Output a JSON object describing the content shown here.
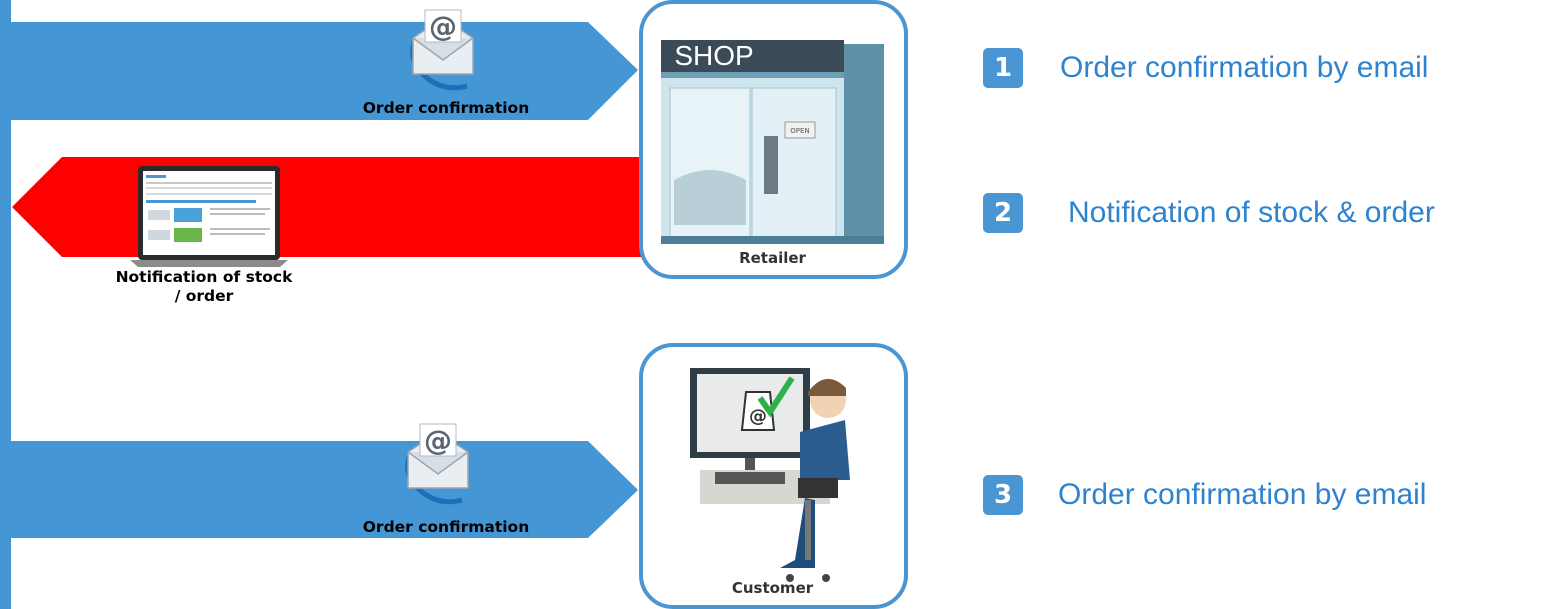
{
  "colors": {
    "arrow_blue": "#4596d4",
    "arrow_red": "#ff0000",
    "box_border": "#4a95d3",
    "badge": "#4a95d3",
    "step_text": "#2e83cf"
  },
  "flows": {
    "top": {
      "caption": "Order confirmation",
      "icon": "email-at-icon"
    },
    "middle": {
      "caption_line1": "Notification of stock",
      "caption_line2": "/ order",
      "icon": "laptop-icon"
    },
    "bottom": {
      "caption": "Order confirmation",
      "icon": "email-at-icon"
    }
  },
  "nodes": {
    "retailer": {
      "label": "Retailer",
      "sign": "SHOP",
      "door_sign": "OPEN"
    },
    "customer": {
      "label": "Customer"
    }
  },
  "steps": [
    {
      "number": "1",
      "text": "Order confirmation by email"
    },
    {
      "number": "2",
      "text": "Notification of stock & order"
    },
    {
      "number": "3",
      "text": "Order confirmation by email"
    }
  ]
}
